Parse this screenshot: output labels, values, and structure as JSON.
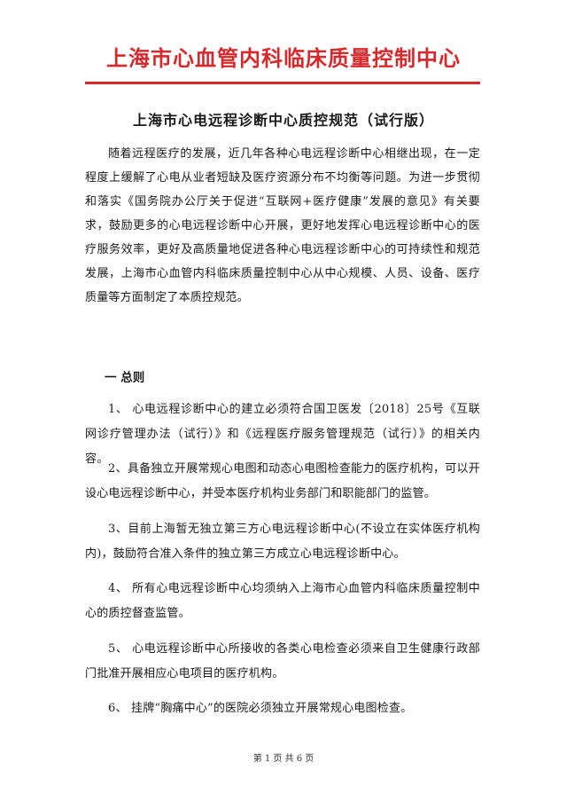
{
  "header": {
    "org_title": "上海市心血管内科临床质量控制中心",
    "accent_color": "#d7282c"
  },
  "document": {
    "title": "上海市心电远程诊断中心质控规范（试行版）",
    "intro": "随着远程医疗的发展，近几年各种心电远程诊断中心相继出现，在一定程度上缓解了心电从业者短缺及医疗资源分布不均衡等问题。为进一步贯彻和落实《国务院办公厅关于促进“互联网+医疗健康”发展的意见》有关要求，鼓励更多的心电远程诊断中心开展，更好地发挥心电远程诊断中心的医疗服务效率，更好及高质量地促进各种心电远程诊断中心的可持续性和规范发展，上海市心血管内科临床质量控制中心从中心规模、人员、设备、医疗质量等方面制定了本质控规范。",
    "section_heading": "一 总则",
    "items": [
      "1、 心电远程诊断中心的建立必须符合国卫医发〔2018〕25号《互联网诊疗管理办法（试行）》和《远程医疗服务管理规范（试行）》的相关内容。",
      "2、具备独立开展常规心电图和动态心电图检查能力的医疗机构，可以开设心电远程诊断中心，并受本医疗机构业务部门和职能部门的监管。",
      "3、目前上海暂无独立第三方心电远程诊断中心(不设立在实体医疗机构内)，鼓励符合准入条件的独立第三方成立心电远程诊断中心。",
      "4、 所有心电远程诊断中心均须纳入上海市心血管内科临床质量控制中心的质控督查监管。",
      "5、 心电远程诊断中心所接收的各类心电检查必须来自卫生健康行政部门批准开展相应心电项目的医疗机构。",
      "6、 挂牌“胸痛中心”的医院必须独立开展常规心电图检查。"
    ]
  },
  "footer": {
    "page_info": "第 1 页 共 6 页"
  }
}
